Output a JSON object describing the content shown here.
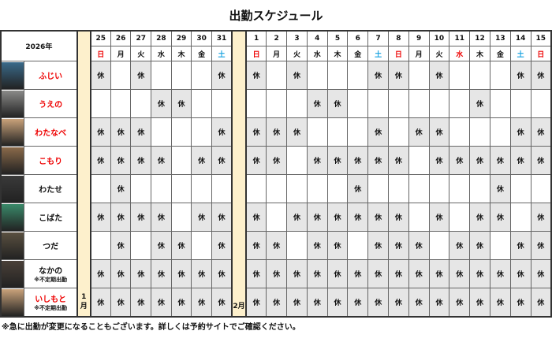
{
  "title": "出勤スケジュール",
  "year_label": "2026年",
  "months": [
    {
      "label": "1月",
      "days": [
        25,
        26,
        27,
        28,
        29,
        30,
        31
      ],
      "weekdays": [
        "日",
        "月",
        "火",
        "水",
        "木",
        "金",
        "土"
      ]
    },
    {
      "label": "2月",
      "days": [
        1,
        2,
        3,
        4,
        5,
        6,
        7,
        8,
        9,
        10,
        11,
        12,
        13,
        14,
        15
      ],
      "weekdays": [
        "日",
        "月",
        "火",
        "水",
        "木",
        "金",
        "土",
        "日",
        "月",
        "火",
        "水",
        "木",
        "金",
        "土",
        "日"
      ]
    }
  ],
  "weekday_colors": {
    "sun_holiday": "#e00000",
    "sat": "#1aa3e0"
  },
  "holiday_feb_11": "red",
  "off_label": "休",
  "staff": [
    {
      "name": "ふじい",
      "red": true,
      "note": "",
      "jan": "1010001",
      "feb": "101000110100011",
      "photo": "#3a6a8a"
    },
    {
      "name": "うえの",
      "red": true,
      "note": "",
      "jan": "0001100",
      "feb": "000110000001000",
      "photo": "#8a8a88"
    },
    {
      "name": "わたなべ",
      "red": true,
      "note": "",
      "jan": "1110001",
      "feb": "111000101100011",
      "photo": "#c9a27a"
    },
    {
      "name": "こもり",
      "red": true,
      "note": "",
      "jan": "1111011",
      "feb": "110111110111111",
      "photo": "#8a6a4a"
    },
    {
      "name": "わたせ",
      "red": false,
      "note": "",
      "jan": "0100000",
      "feb": "000001000000100",
      "photo": "#3a3a3a"
    },
    {
      "name": "こばた",
      "red": false,
      "note": "",
      "jan": "1111011",
      "feb": "101111110101101",
      "photo": "#3a8a6a"
    },
    {
      "name": "つだ",
      "red": false,
      "note": "",
      "jan": "0101101",
      "feb": "110110111011011",
      "photo": "#5a5040"
    },
    {
      "name": "なかの",
      "red": false,
      "note": "※不定期出勤",
      "jan": "1111111",
      "feb": "111111111111111",
      "photo": "#4a4038"
    },
    {
      "name": "いしもと",
      "red": true,
      "note": "※不定期出勤",
      "jan": "1111111",
      "feb": "111111111111111",
      "photo": "#c9a27a"
    }
  ],
  "footer": "※急に出勤が変更になることもございます。詳しくは予約サイトでご確認ください。"
}
